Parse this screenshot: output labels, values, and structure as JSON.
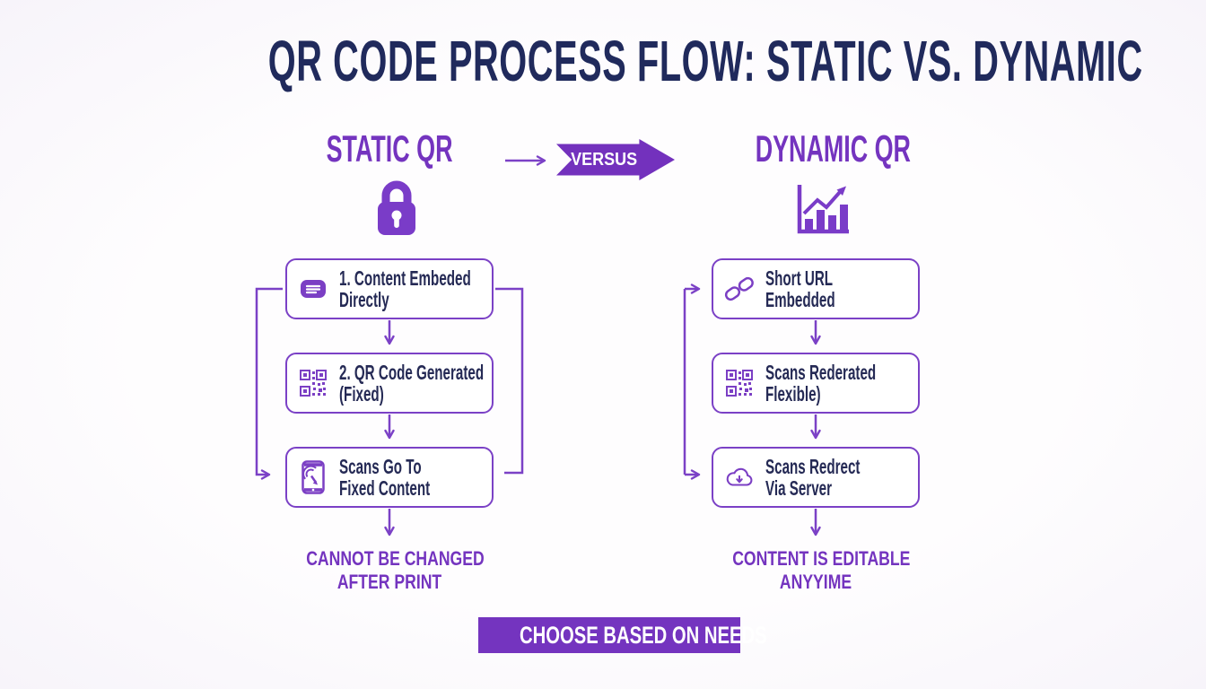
{
  "title": "QR CODE PROCESS FLOW: STATIC VS. DYNAMIC",
  "versus": {
    "label": "VERSUS"
  },
  "colors": {
    "title_navy": "#202a5c",
    "accent_purple": "#7434bf",
    "box_border_purple": "#7b41c6",
    "box_text_navy": "#252a55",
    "banner_bg": "#7434bf",
    "banner_text": "#ffffff",
    "background": "#fdfcfe"
  },
  "static_column": {
    "header": "STATIC QR",
    "column_icon": "lock-icon",
    "steps": [
      {
        "icon": "message-lines-icon",
        "line1": "1. Content Embeded",
        "line2": "Directly"
      },
      {
        "icon": "qr-code-icon",
        "line1": "2. QR Code Generated",
        "line2": "(Fixed)"
      },
      {
        "icon": "phone-tap-icon",
        "line1": "Scans Go To",
        "line2": "Fixed Content"
      }
    ],
    "caption": {
      "line1": "CANNOT BE CHANGED",
      "line2": "AFTER PRINT"
    }
  },
  "dynamic_column": {
    "header": "DYNAMIC QR",
    "column_icon": "trend-chart-icon",
    "steps": [
      {
        "icon": "link-icon",
        "line1": "Short URL",
        "line2": "Embedded"
      },
      {
        "icon": "qr-code-icon",
        "line1": "Scans Rederated",
        "line2": "Flexible)"
      },
      {
        "icon": "cloud-download-icon",
        "line1": "Scans Redrect",
        "line2": "Via Server"
      }
    ],
    "caption": {
      "line1": "CONTENT IS EDITABLE",
      "line2": "ANYYIME"
    }
  },
  "footer": {
    "banner_label": "CHOOSE BASED ON NEEDS"
  }
}
